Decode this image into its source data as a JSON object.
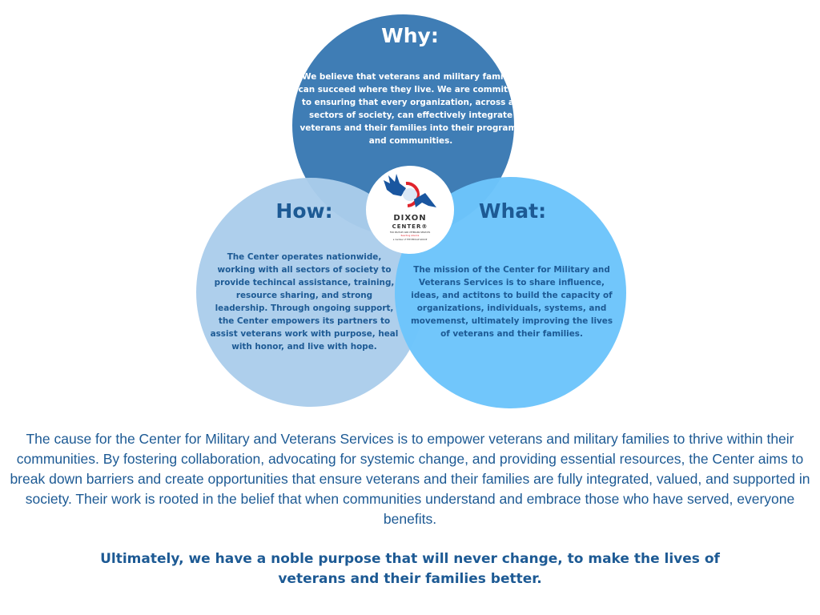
{
  "why": {
    "title": "Why:",
    "text": "We believe that veterans and military families can succeed where they live. We are committed to ensuring that every organization, across all sectors of society, can effectively integrate veterans and their families into their programs and communities."
  },
  "how": {
    "title": "How:",
    "text": "The Center operates nationwide, working with all sectors of society to provide techincal assistance, training, resource sharing, and strong leadership. Through ongoing support, the Center empowers its partners to assist veterans work with purpose, heal with honor, and live with hope."
  },
  "what": {
    "title": "What:",
    "text": "The mission of the Center for Military and Veterans Services is to share influence, ideas, and actitons to build the capacity of organizations, individuals, systems, and movemenst, ultimately improving the lives of veterans and their families."
  },
  "logo": {
    "line1": "DIXON",
    "line2": "CENTER®",
    "line3": "FOR MILITARY AND VETERANS SERVICES",
    "line4": "Reaching America",
    "line5": "a member of THE PEDCAP GROUP"
  },
  "bottom_text": "The cause for the Center for Military and Veterans Services is to empower veterans and military families to thrive within their communities. By fostering collaboration, advocating for systemic change, and providing essential resources, the Center aims to break down barriers and create opportunities that ensure veterans and their families are fully integrated, valued, and supported in society. Their work is rooted in the belief that when communities understand and embrace those who have served, everyone benefits.",
  "closing_text": "Ultimately, we have a noble purpose that will never change, to make the lives of veterans and their families better.",
  "colors": {
    "why": "#3f7db5",
    "how": "#abcdeb",
    "what": "#6cc4fb",
    "text": "#1d5a94"
  }
}
